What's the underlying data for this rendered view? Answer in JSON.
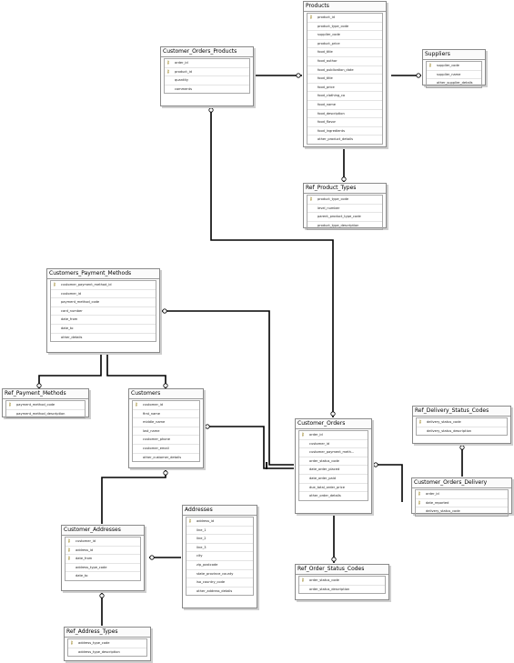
{
  "colors": {
    "line": "#000000",
    "key": "#8a7000",
    "border": "#8a8a8a"
  },
  "tables": {
    "products": {
      "title": "Products",
      "key_icon": "key-icon",
      "fields": [
        {
          "name": "product_id",
          "pk": true
        },
        {
          "name": "product_type_code",
          "pk": false
        },
        {
          "name": "supplier_code",
          "pk": false
        },
        {
          "name": "product_price",
          "pk": false
        },
        {
          "name": "food_title",
          "pk": false
        },
        {
          "name": "food_author",
          "pk": false
        },
        {
          "name": "food_publication_date",
          "pk": false
        },
        {
          "name": "food_title",
          "pk": false
        },
        {
          "name": "food_price",
          "pk": false
        },
        {
          "name": "food_clothing_co",
          "pk": false
        },
        {
          "name": "food_name",
          "pk": false
        },
        {
          "name": "food_description",
          "pk": false
        },
        {
          "name": "food_flavor",
          "pk": false
        },
        {
          "name": "food_ingredients",
          "pk": false
        },
        {
          "name": "other_product_details",
          "pk": false
        }
      ]
    },
    "customer_orders_products": {
      "title": "Customer_Orders_Products",
      "fields": [
        {
          "name": "order_id",
          "pk": true
        },
        {
          "name": "product_id",
          "pk": true
        },
        {
          "name": "quantity",
          "pk": false
        },
        {
          "name": "comments",
          "pk": false
        }
      ]
    },
    "suppliers": {
      "title": "Suppliers",
      "fields": [
        {
          "name": "supplier_code",
          "pk": true
        },
        {
          "name": "supplier_name",
          "pk": false
        },
        {
          "name": "other_supplier_details",
          "pk": false
        }
      ]
    },
    "ref_product_types": {
      "title": "Ref_Product_Types",
      "fields": [
        {
          "name": "product_type_code",
          "pk": true
        },
        {
          "name": "level_number",
          "pk": false
        },
        {
          "name": "parent_product_type_code",
          "pk": false
        },
        {
          "name": "product_type_description",
          "pk": false
        }
      ]
    },
    "customers_payment_methods": {
      "title": "Customers_Payment_Methods",
      "fields": [
        {
          "name": "customer_payment_method_id",
          "pk": true
        },
        {
          "name": "customer_id",
          "pk": false
        },
        {
          "name": "payment_method_code",
          "pk": false
        },
        {
          "name": "card_number",
          "pk": false
        },
        {
          "name": "date_from",
          "pk": false
        },
        {
          "name": "date_to",
          "pk": false
        },
        {
          "name": "other_details",
          "pk": false
        }
      ]
    },
    "ref_payment_methods": {
      "title": "Ref_Payment_Methods",
      "fields": [
        {
          "name": "payment_method_code",
          "pk": true
        },
        {
          "name": "payment_method_description",
          "pk": false
        }
      ]
    },
    "customers": {
      "title": "Customers",
      "fields": [
        {
          "name": "customer_id",
          "pk": true
        },
        {
          "name": "first_name",
          "pk": false
        },
        {
          "name": "middle_name",
          "pk": false
        },
        {
          "name": "last_name",
          "pk": false
        },
        {
          "name": "customer_phone",
          "pk": false
        },
        {
          "name": "customer_email",
          "pk": false
        },
        {
          "name": "other_customer_details",
          "pk": false
        }
      ]
    },
    "customer_orders": {
      "title": "Customer_Orders",
      "fields": [
        {
          "name": "order_id",
          "pk": true
        },
        {
          "name": "customer_id",
          "pk": false
        },
        {
          "name": "customer_payment_meth...",
          "pk": false
        },
        {
          "name": "order_status_code",
          "pk": false
        },
        {
          "name": "date_order_placed",
          "pk": false
        },
        {
          "name": "date_order_paid",
          "pk": false
        },
        {
          "name": "due_total_order_price",
          "pk": false
        },
        {
          "name": "other_order_details",
          "pk": false
        }
      ]
    },
    "ref_delivery_status_codes": {
      "title": "Ref_Delivery_Status_Codes",
      "fields": [
        {
          "name": "delivery_status_code",
          "pk": true
        },
        {
          "name": "delivery_status_description",
          "pk": false
        }
      ]
    },
    "customer_orders_delivery": {
      "title": "Customer_Orders_Delivery",
      "fields": [
        {
          "name": "order_id",
          "pk": true
        },
        {
          "name": "date_reported",
          "pk": true
        },
        {
          "name": "delivery_status_code",
          "pk": false
        }
      ]
    },
    "addresses": {
      "title": "Addresses",
      "fields": [
        {
          "name": "address_id",
          "pk": true
        },
        {
          "name": "line_1",
          "pk": false
        },
        {
          "name": "line_2",
          "pk": false
        },
        {
          "name": "line_3",
          "pk": false
        },
        {
          "name": "city",
          "pk": false
        },
        {
          "name": "zip_postcode",
          "pk": false
        },
        {
          "name": "state_province_county",
          "pk": false
        },
        {
          "name": "iso_country_code",
          "pk": false
        },
        {
          "name": "other_address_details",
          "pk": false
        }
      ]
    },
    "customer_addresses": {
      "title": "Customer_Addresses",
      "fields": [
        {
          "name": "customer_id",
          "pk": true
        },
        {
          "name": "address_id",
          "pk": true
        },
        {
          "name": "date_from",
          "pk": true
        },
        {
          "name": "address_type_code",
          "pk": false
        },
        {
          "name": "date_to",
          "pk": false
        }
      ]
    },
    "ref_order_status_codes": {
      "title": "Ref_Order_Status_Codes",
      "fields": [
        {
          "name": "order_status_code",
          "pk": true
        },
        {
          "name": "order_status_description",
          "pk": false
        }
      ]
    },
    "ref_address_types": {
      "title": "Ref_Address_Types",
      "fields": [
        {
          "name": "address_type_code",
          "pk": true
        },
        {
          "name": "address_type_description",
          "pk": false
        }
      ]
    }
  }
}
